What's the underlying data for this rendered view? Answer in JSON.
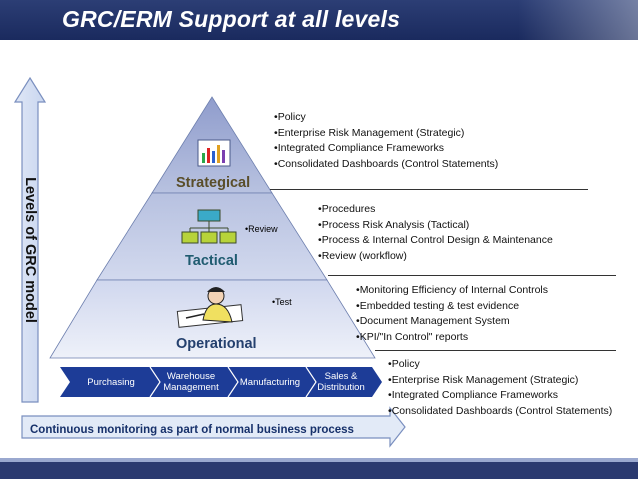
{
  "title": "GRC/ERM Support at all levels",
  "side_label": "Levels of GRC model",
  "pyramid": {
    "tiers": [
      {
        "label": "Strategical"
      },
      {
        "label": "Tactical"
      },
      {
        "label": "Operational"
      }
    ],
    "side_notes": {
      "tactical": "•Review",
      "operational": "•Test"
    }
  },
  "bullet_groups": [
    [
      "Policy",
      "Enterprise Risk Management (Strategic)",
      "Integrated Compliance Frameworks",
      "Consolidated Dashboards (Control Statements)"
    ],
    [
      "Procedures",
      "Process Risk Analysis (Tactical)",
      "Process & Internal Control Design & Maintenance",
      "Review (workflow)"
    ],
    [
      "Monitoring Efficiency of Internal Controls",
      "Embedded testing & test evidence",
      "Document Management System",
      "KPI/\"In Control\" reports"
    ],
    [
      "Policy",
      "Enterprise Risk Management (Strategic)",
      "Integrated Compliance Frameworks",
      "Consolidated Dashboards (Control Statements)"
    ]
  ],
  "processes": [
    "Purchasing",
    "Warehouse Management",
    "Manufacturing",
    "Sales & Distribution"
  ],
  "bottom_arrow_label": "Continuous monitoring as part of normal business process",
  "colors": {
    "title_bar": "#1f2f66",
    "tier_top": "#aab5d6",
    "tier_middle": "#c4cce6",
    "tier_bottom": "#dfe4f2",
    "chevron": "#1e3f9a",
    "arrow_fill": "#dce6f5"
  }
}
